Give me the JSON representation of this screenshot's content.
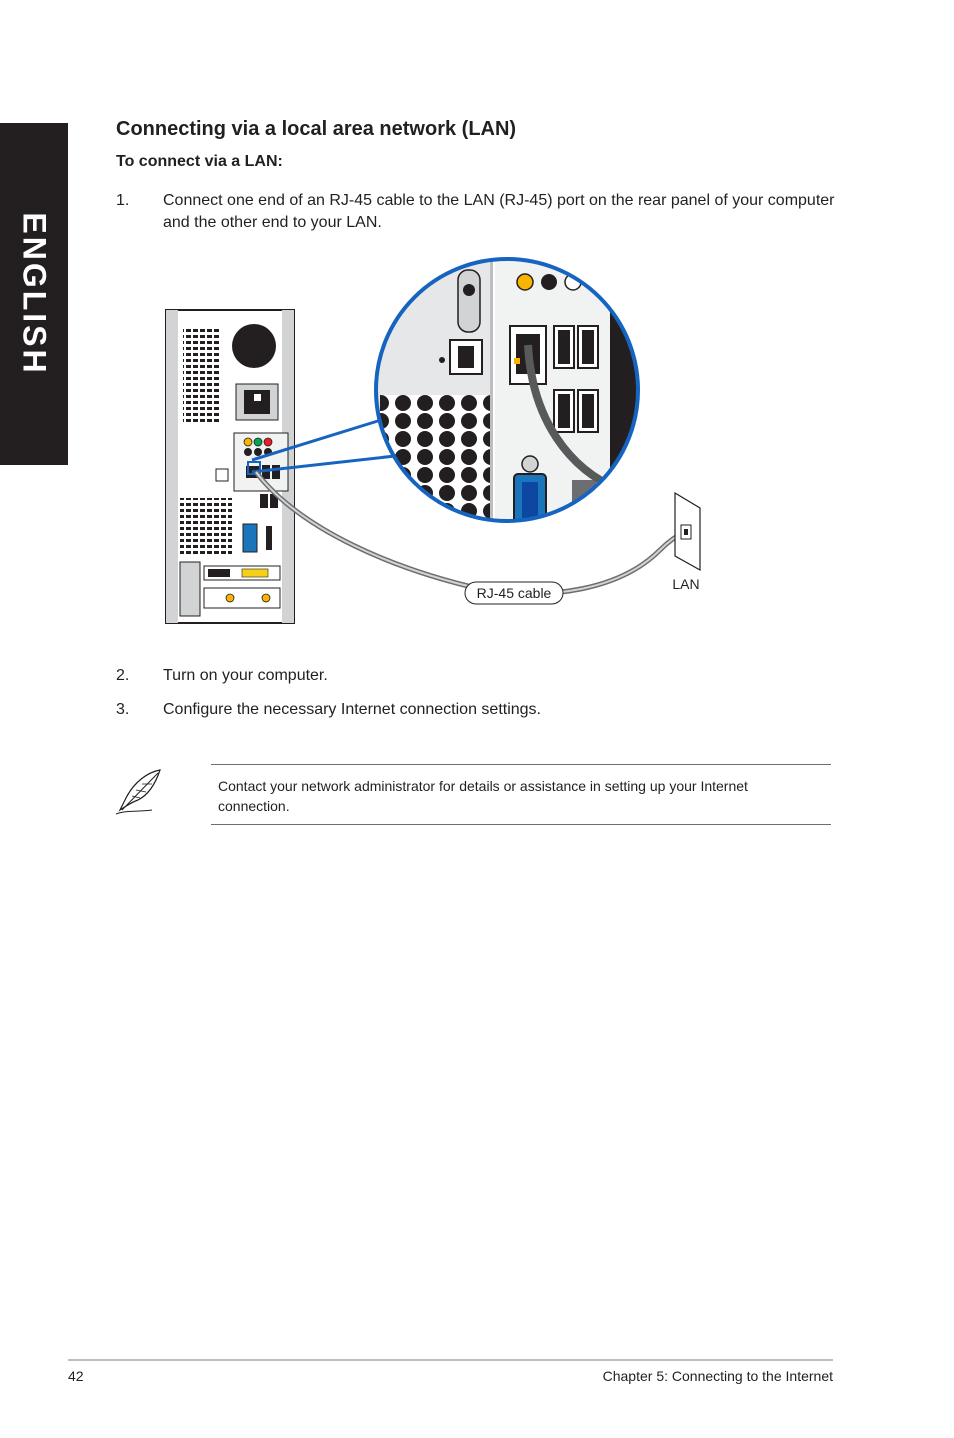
{
  "side_tab": {
    "label": "ENGLISH"
  },
  "section": {
    "title": "Connecting via a local area network (LAN)",
    "subheading": "To connect via a LAN:"
  },
  "steps": [
    {
      "num": "1.",
      "text": "Connect one end of an RJ-45 cable to the LAN (RJ-45) port on the rear panel of your computer and the other end to your LAN."
    },
    {
      "num": "2.",
      "text": "Turn on your computer."
    },
    {
      "num": "3.",
      "text": "Configure the necessary Internet connection settings."
    }
  ],
  "figure": {
    "cable_label": "RJ-45 cable",
    "lan_label": "LAN",
    "accent_color": "#1565c0"
  },
  "note": {
    "icon": "feather-pen-icon",
    "text": "Contact your network administrator for details or assistance in setting up your Internet connection."
  },
  "footer": {
    "page_number": "42",
    "chapter": "Chapter 5: Connecting to the Internet"
  }
}
